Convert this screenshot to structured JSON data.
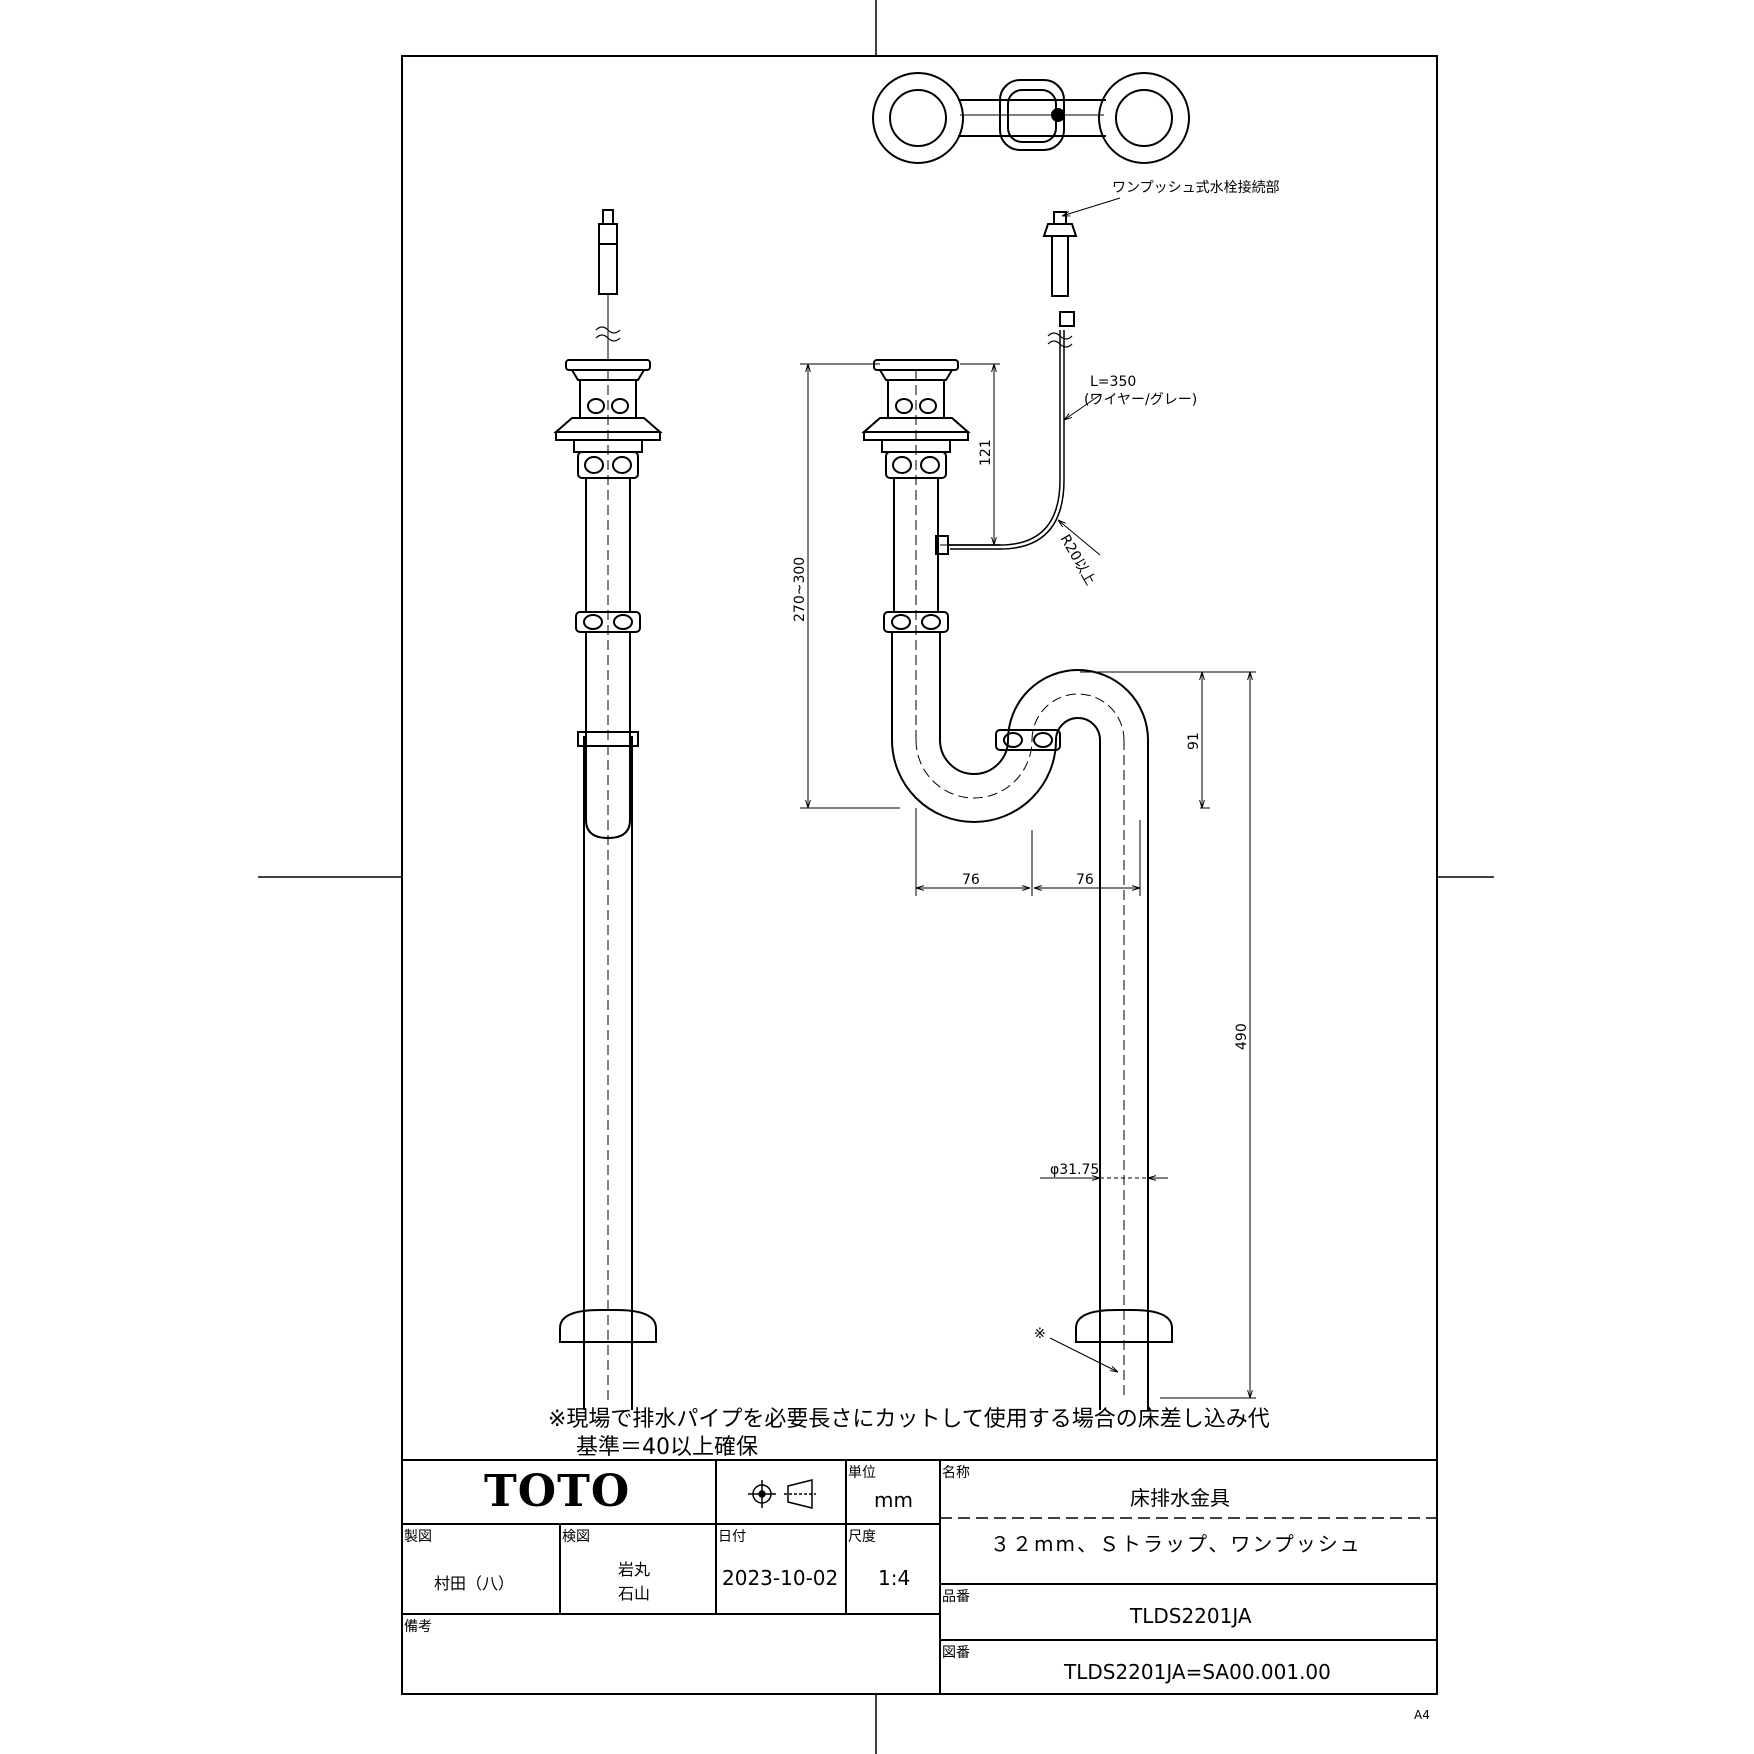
{
  "annotations": {
    "connector_label": "ワンプッシュ式水栓接続部",
    "wire_length": "L=350",
    "wire_note": "(ワイヤー/グレー)",
    "bend_radius": "R20以上",
    "pipe_diameter": "φ31.75",
    "asterisk": "※",
    "dim_121": "121",
    "dim_270_300": "270~300",
    "dim_91": "91",
    "dim_76_left": "76",
    "dim_76_right": "76",
    "dim_490": "490"
  },
  "note": {
    "line1": "※現場で排水パイプを必要長さにカットして使用する場合の床差し込み代",
    "line2": "基準＝40以上確保"
  },
  "title_block": {
    "logo": "TOTO",
    "unit_label": "単位",
    "unit_value": "mm",
    "name_label": "名称",
    "name_value": "床排水金具",
    "subtitle": "３２mm、Ｓトラップ、ワンプッシュ",
    "drawn_label": "製図",
    "drawn_value": "村田（八）",
    "checked_label": "検図",
    "checked_value_1": "岩丸",
    "checked_value_2": "石山",
    "date_label": "日付",
    "date_value": "2023-10-02",
    "scale_label": "尺度",
    "scale_value": "1:4",
    "part_label": "品番",
    "part_value": "TLDS2201JA",
    "drawing_label": "図番",
    "drawing_value": "TLDS2201JA=SA00.001.00",
    "remarks_label": "備考"
  },
  "sheet_size": "A4",
  "icons": {
    "projection": "third-angle-projection-icon"
  }
}
